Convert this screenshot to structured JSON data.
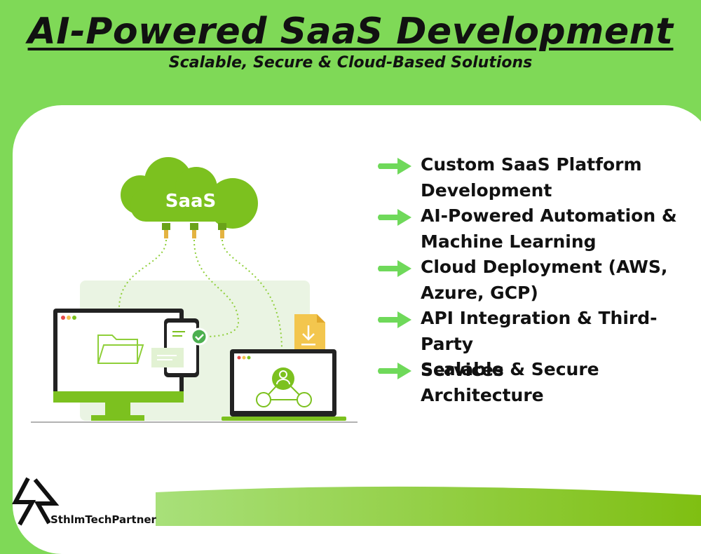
{
  "header": {
    "title": "AI-Powered SaaS Development",
    "subtitle": "Scalable, Secure & Cloud-Based Solutions"
  },
  "illustration": {
    "cloud_label": "SaaS"
  },
  "features": [
    {
      "lines": [
        "Custom SaaS Platform",
        "Development"
      ]
    },
    {
      "lines": [
        "AI-Powered Automation &",
        "Machine Learning"
      ]
    },
    {
      "lines": [
        "Cloud Deployment (AWS,",
        "Azure, GCP)"
      ]
    },
    {
      "lines": [
        "API Integration & Third-Party",
        "Services"
      ]
    },
    {
      "lines": [
        "Scalable & Secure",
        "Architecture"
      ]
    }
  ],
  "brand": {
    "name": "SthlmTechPartner"
  },
  "colors": {
    "background": "#7fd957",
    "accent_green": "#7cc11f",
    "arrow_green": "#6fd95a",
    "card": "#ffffff"
  }
}
